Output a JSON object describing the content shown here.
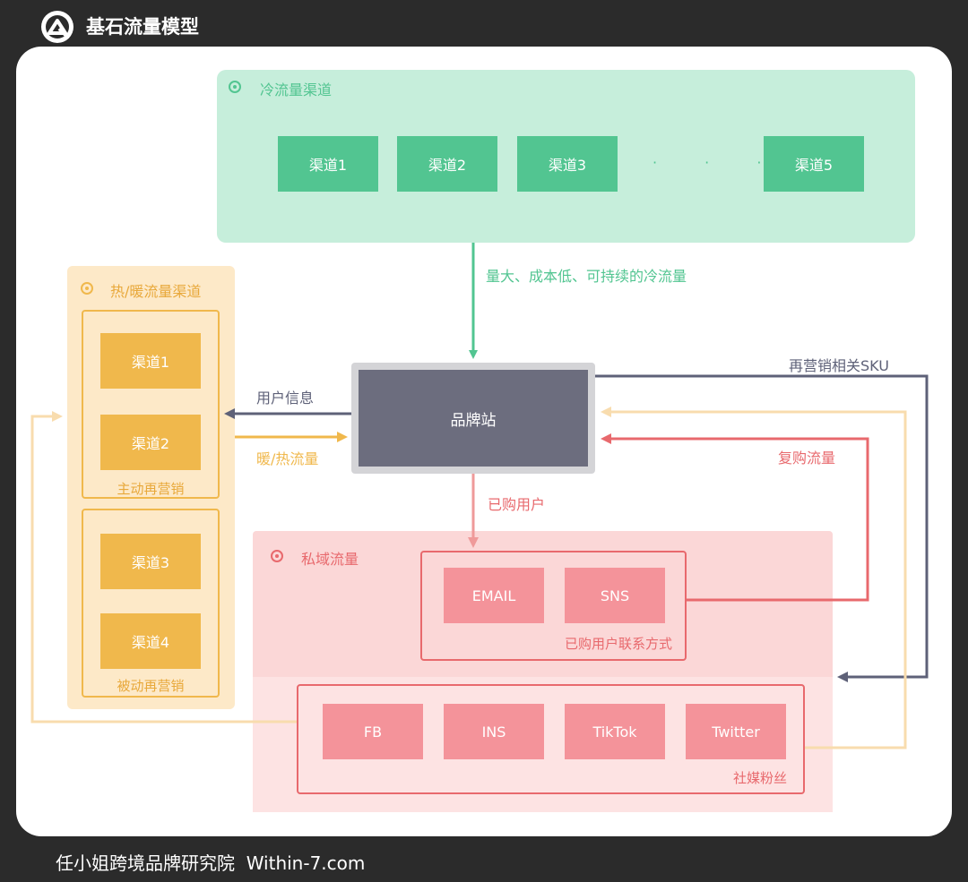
{
  "header": {
    "title": "基石流量模型",
    "logo_icon": "q-logo-icon"
  },
  "footer": {
    "text": "任小姐跨境品牌研究院  Within-7.com"
  },
  "colors": {
    "cold": "#52c591",
    "cold_bg": "#c6eedb",
    "warm": "#f0b84c",
    "warm_bg": "#fde9c8",
    "private": "#e8696d",
    "private_bg": "#fbd7d7",
    "brand": "#6c6d7e",
    "navy": "#5e6178",
    "beige": "#f8dcae"
  },
  "cold": {
    "title": "冷流量渠道",
    "channels": [
      "渠道1",
      "渠道2",
      "渠道3",
      "渠道5"
    ],
    "ellipsis": "· · ·",
    "arrow_label": "量大、成本低、可持续的冷流量"
  },
  "warm": {
    "title": "热/暖流量渠道",
    "active": {
      "channels": [
        "渠道1",
        "渠道2"
      ],
      "label": "主动再营销"
    },
    "passive": {
      "channels": [
        "渠道3",
        "渠道4"
      ],
      "label": "被动再营销"
    }
  },
  "brand": {
    "title": "品牌站",
    "user_info_label": "用户信息",
    "warm_traffic_label": "暖/热流量",
    "purchased_label": "已购用户",
    "repurchase_label": "复购流量",
    "remarketing_label": "再营销相关SKU"
  },
  "private": {
    "title": "私域流量",
    "contacts": {
      "channels": [
        "EMAIL",
        "SNS"
      ],
      "label": "已购用户联系方式"
    },
    "social": {
      "channels": [
        "FB",
        "INS",
        "TikTok",
        "Twitter"
      ],
      "label": "社媒粉丝"
    }
  }
}
